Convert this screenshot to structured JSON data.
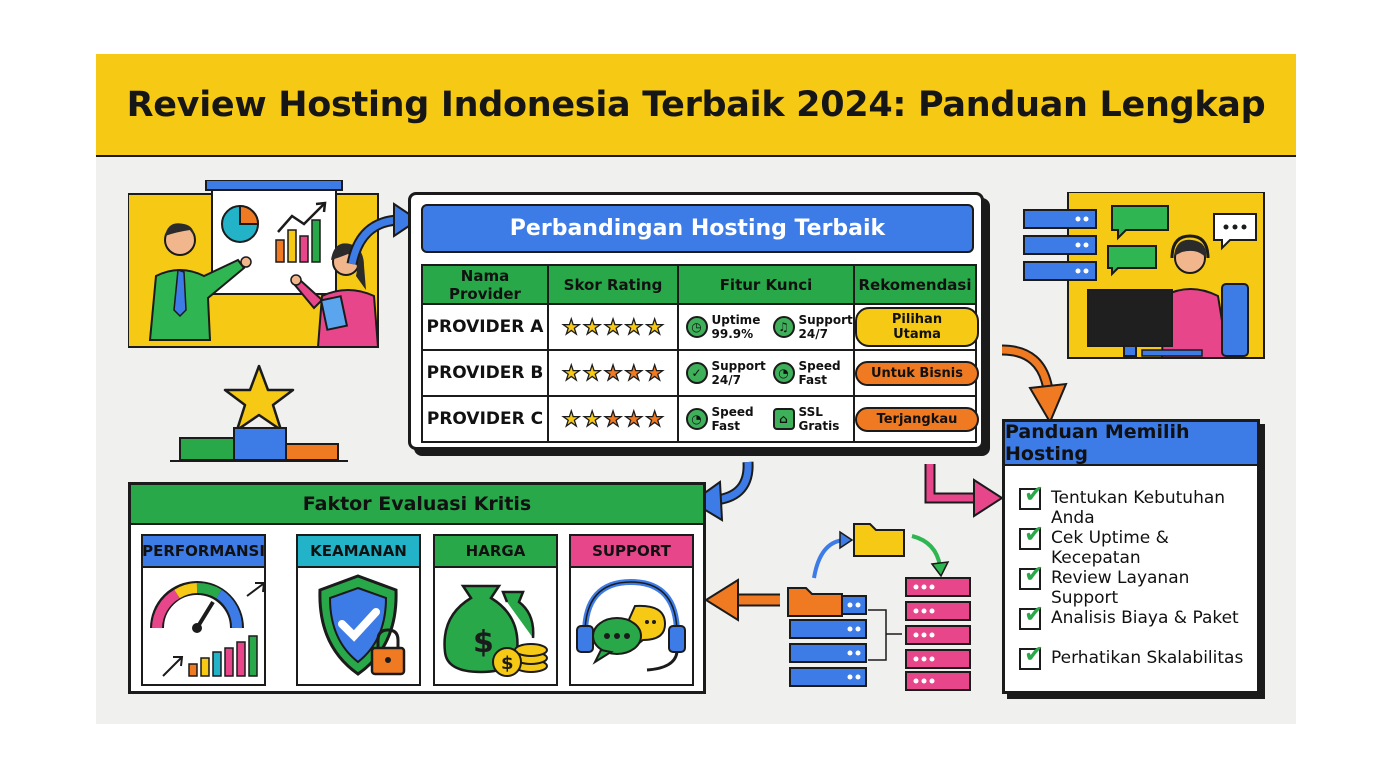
{
  "title": "Review Hosting Indonesia Terbaik 2024: Panduan Lengkap",
  "comparison": {
    "title": "Perbandingan Hosting Terbaik",
    "headers": [
      "Nama Provider",
      "Skor Rating",
      "Fitur Kunci",
      "Rekomendasi"
    ],
    "rows": [
      {
        "provider": "PROVIDER A",
        "stars_gold": 5,
        "features": [
          {
            "icon": "clock-icon",
            "text": "Uptime 99.9%"
          },
          {
            "icon": "headset-icon",
            "text": "Support 24/7"
          }
        ],
        "badge": "Pilihan Utama",
        "badge_color": "#f6c915"
      },
      {
        "provider": "PROVIDER B",
        "stars_gold": 2,
        "features": [
          {
            "icon": "check-circle-icon",
            "text": "Support 24/7"
          },
          {
            "icon": "speedometer-icon",
            "text": "Speed Fast"
          }
        ],
        "badge": "Untuk Bisnis",
        "badge_color": "#f07a22"
      },
      {
        "provider": "PROVIDER C",
        "stars_gold": 2,
        "features": [
          {
            "icon": "speedometer-icon",
            "text": "Speed Fast"
          },
          {
            "icon": "lock-icon",
            "text": "SSL Gratis"
          }
        ],
        "badge": "Terjangkau",
        "badge_color": "#f07a22"
      }
    ]
  },
  "guide": {
    "title": "Panduan Memilih Hosting",
    "items": [
      "Tentukan Kebutuhan Anda",
      "Cek Uptime & Kecepatan",
      "Review Layanan Support",
      "Analisis Biaya & Paket",
      "Perhatikan Skalabilitas"
    ]
  },
  "evaluation": {
    "title": "Faktor Evaluasi Kritis",
    "cards": [
      {
        "label": "PERFORMANSI",
        "color": "#3d7be6",
        "icon": "speedometer-chart-icon"
      },
      {
        "label": "KEAMANAN",
        "color": "#23b3c9",
        "icon": "shield-lock-icon"
      },
      {
        "label": "HARGA",
        "color": "#29a84a",
        "icon": "money-bag-icon"
      },
      {
        "label": "SUPPORT",
        "color": "#e8468a",
        "icon": "headset-chat-icon"
      }
    ]
  },
  "colors": {
    "banner": "#f6c915",
    "blue": "#3d7be6",
    "green": "#29a84a",
    "orange": "#f07a22",
    "pink": "#e8468a",
    "teal": "#23b3c9"
  }
}
